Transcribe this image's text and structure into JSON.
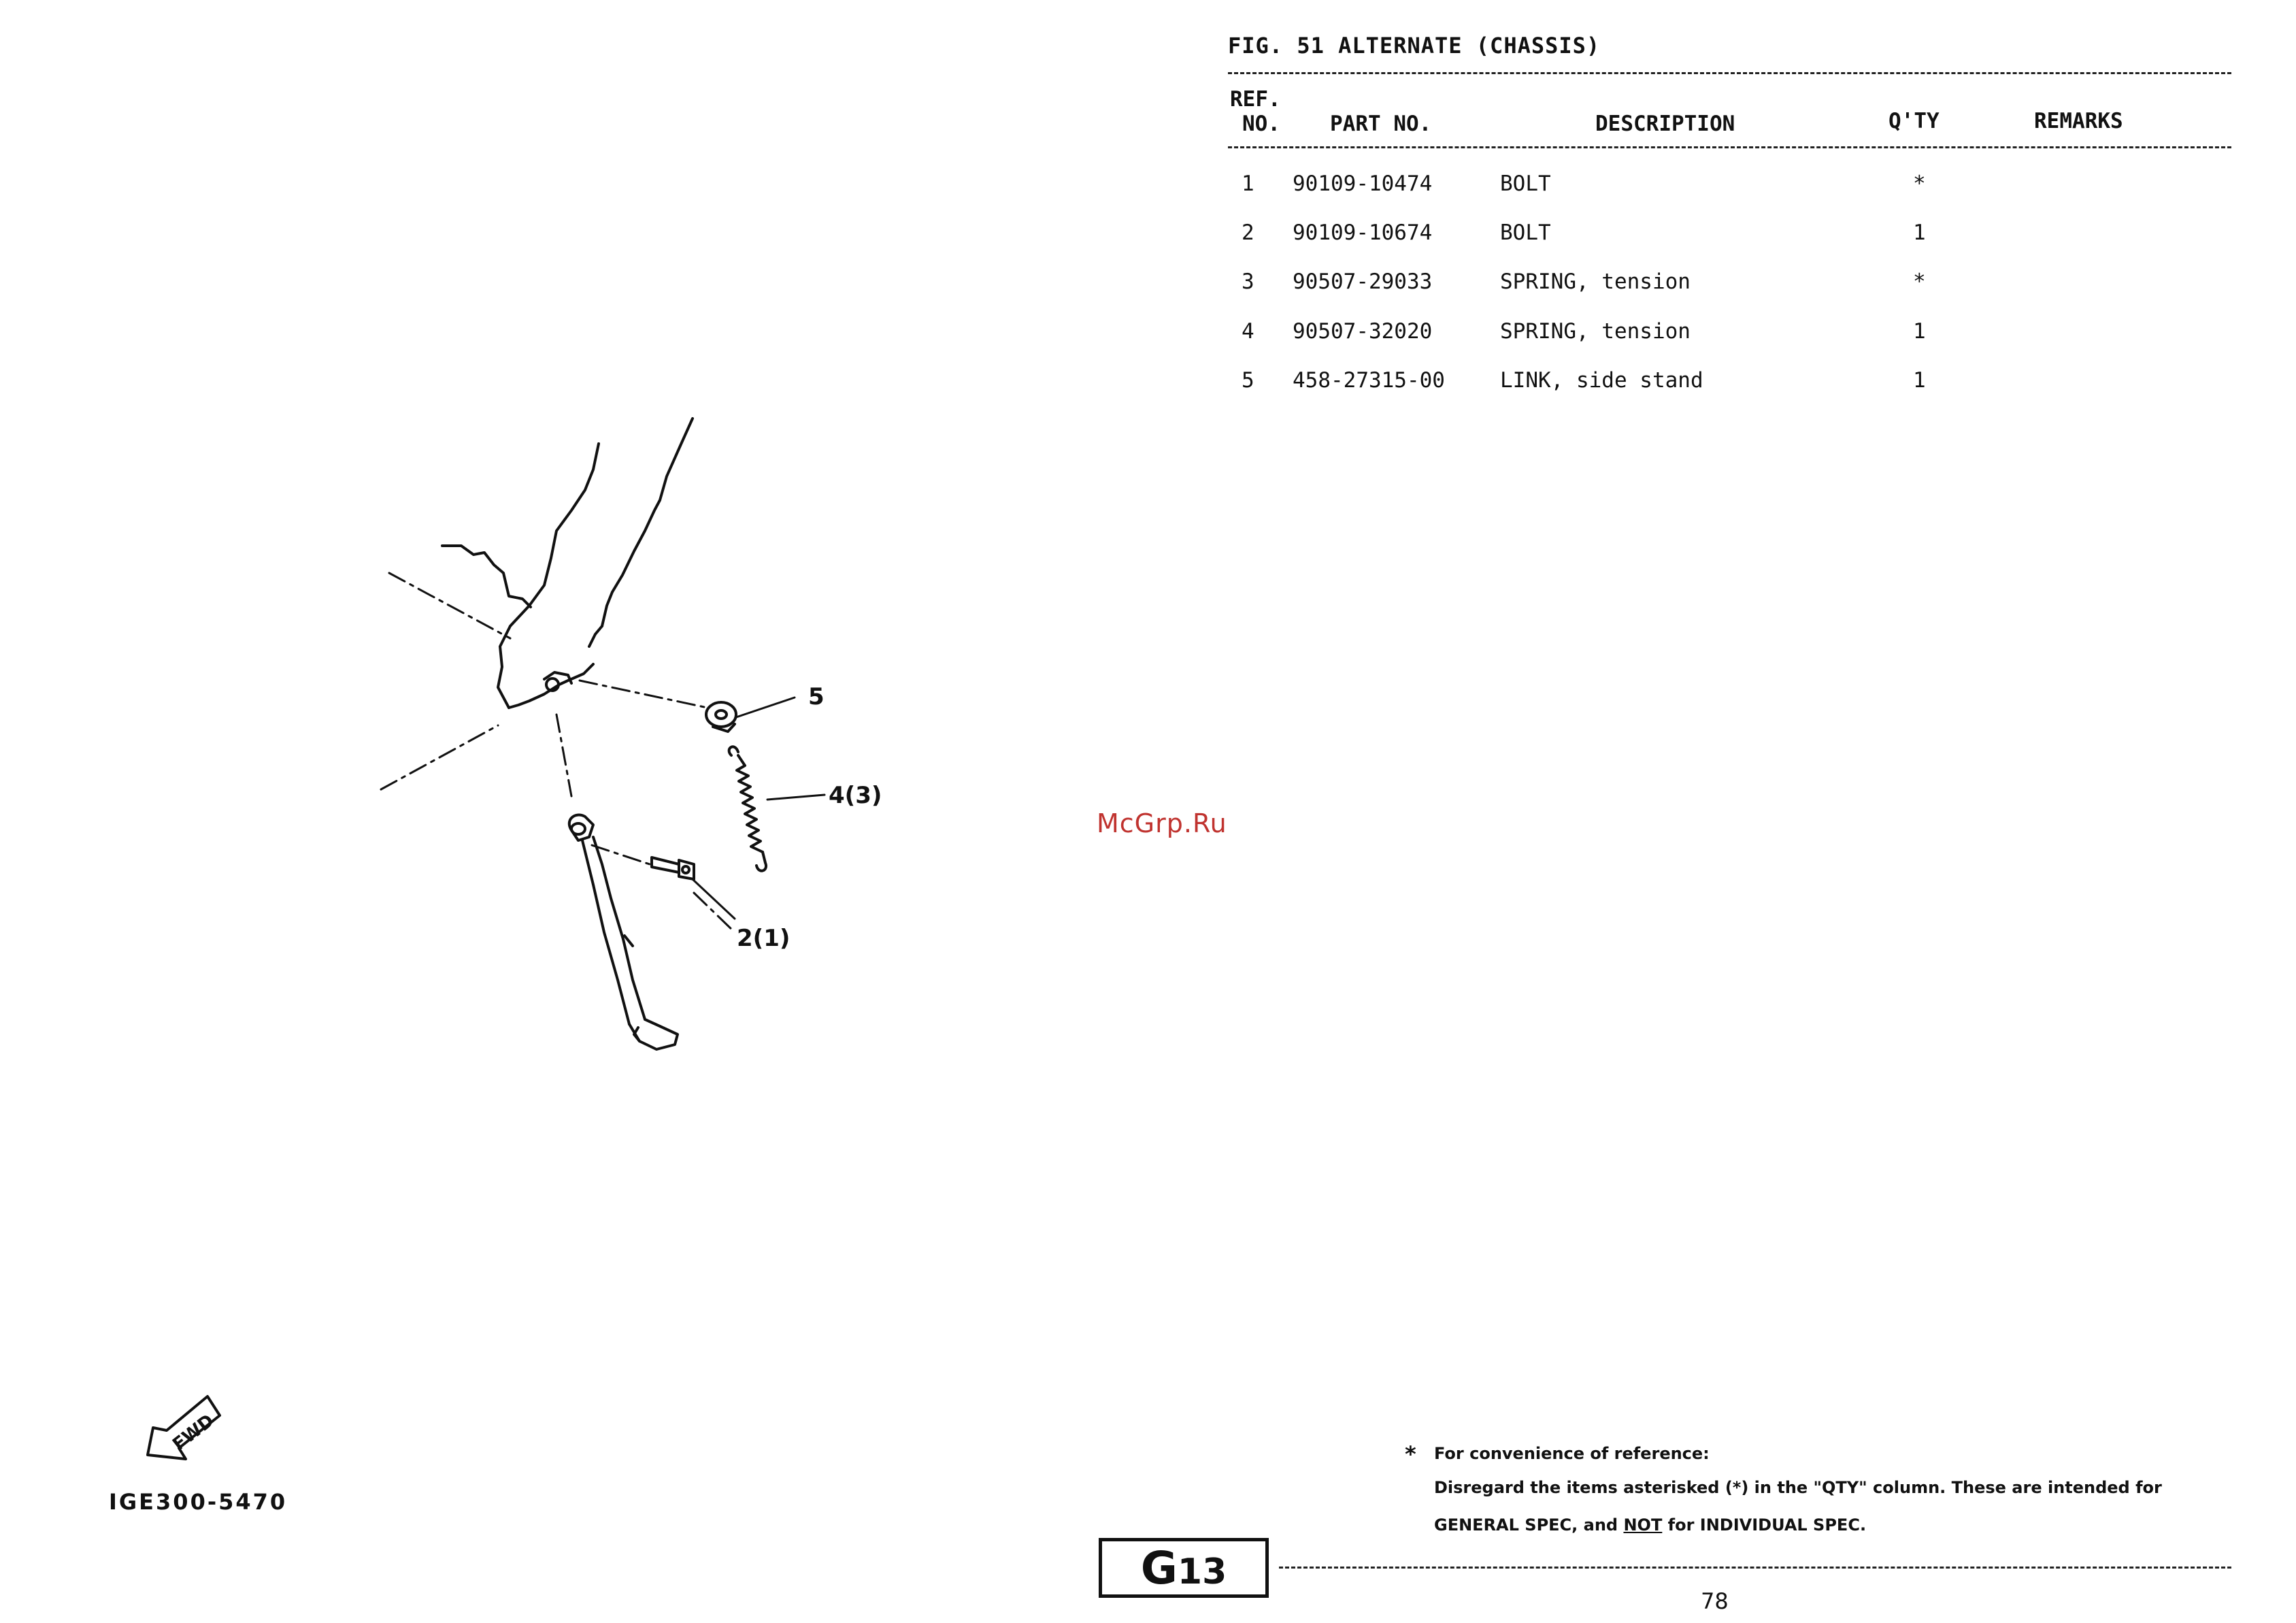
{
  "figure": {
    "title": "FIG. 51  ALTERNATE (CHASSIS)"
  },
  "table": {
    "headers": {
      "ref_line1": "REF.",
      "ref_line2": "NO.",
      "part_no": "PART NO.",
      "description": "DESCRIPTION",
      "qty": "Q'TY",
      "remarks": "REMARKS"
    },
    "rows": [
      {
        "ref": "1",
        "part_no": "90109-10474",
        "description": "BOLT",
        "qty": "*",
        "remarks": ""
      },
      {
        "ref": "2",
        "part_no": "90109-10674",
        "description": "BOLT",
        "qty": "1",
        "remarks": ""
      },
      {
        "ref": "3",
        "part_no": "90507-29033",
        "description": "SPRING, tension",
        "qty": "*",
        "remarks": ""
      },
      {
        "ref": "4",
        "part_no": "90507-32020",
        "description": "SPRING, tension",
        "qty": "1",
        "remarks": ""
      },
      {
        "ref": "5",
        "part_no": "458-27315-00",
        "description": "LINK, side stand",
        "qty": "1",
        "remarks": ""
      }
    ]
  },
  "diagram": {
    "callouts": {
      "c5": "5",
      "c4": "4(3)",
      "c2": "2(1)"
    },
    "fwd_label": "FWD",
    "code": "IGE300-5470"
  },
  "watermark": "McGrp.Ru",
  "footnote": {
    "star": "*",
    "line1": "For convenience of reference:",
    "line2": "Disregard the items asterisked (*) in the \"QTY\" column.  These are intended for",
    "line3_a": "GENERAL SPEC, and ",
    "line3_not": "NOT",
    "line3_b": " for INDIVIDUAL SPEC."
  },
  "section_badge": {
    "letter": "G",
    "number": "13"
  },
  "page_number": "78"
}
